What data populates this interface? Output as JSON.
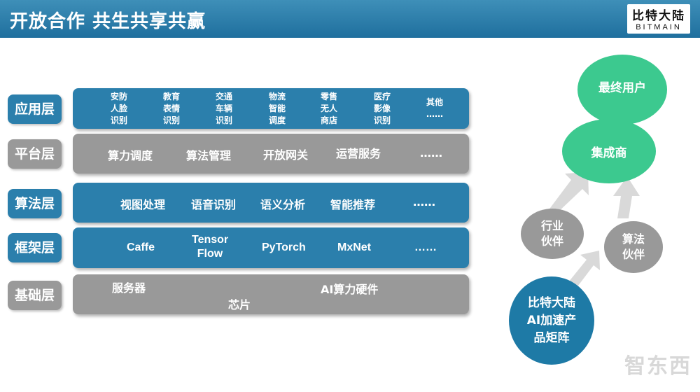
{
  "header": {
    "title": "开放合作 共生共享共赢",
    "logo_cn": "比特大陆",
    "logo_en": "BITMAIN"
  },
  "layers": [
    {
      "label": "应用层"
    },
    {
      "label": "平台层"
    },
    {
      "label": "算法层"
    },
    {
      "label": "框架层"
    },
    {
      "label": "基础层"
    }
  ],
  "application": [
    {
      "l1": "安防",
      "l2": "人脸",
      "l3": "识别"
    },
    {
      "l1": "教育",
      "l2": "表情",
      "l3": "识别"
    },
    {
      "l1": "交通",
      "l2": "车辆",
      "l3": "识别"
    },
    {
      "l1": "物流",
      "l2": "智能",
      "l3": "调度"
    },
    {
      "l1": "零售",
      "l2": "无人",
      "l3": "商店"
    },
    {
      "l1": "医疗",
      "l2": "影像",
      "l3": "识别"
    },
    {
      "l1": "其他",
      "l2": "……"
    }
  ],
  "platform": [
    "算力调度",
    "算法管理",
    "开放网关",
    "运营服务",
    "……"
  ],
  "algorithm": [
    "视图处理",
    "语音识别",
    "语义分析",
    "智能推荐",
    "……"
  ],
  "framework": [
    "Caffe",
    "Tensor",
    "Flow",
    "PyTorch",
    "MxNet",
    "……"
  ],
  "infrastructure": [
    "服务器",
    "芯片",
    "AI算力硬件"
  ],
  "ecosystem": {
    "end_user": "最终用户",
    "integrator": "集成商",
    "industry_partner_1": "行业",
    "industry_partner_2": "伙伴",
    "algo_partner_1": "算法",
    "algo_partner_2": "伙伴",
    "bitmain_1": "比特大陆",
    "bitmain_2": "AI加速产",
    "bitmain_3": "品矩阵"
  },
  "watermark": "智东西",
  "colors": {
    "header": "#1f6f9e",
    "blue_layer": "#2b7fac",
    "gray_layer": "#999999",
    "green": "#3cc98f",
    "bubble_gray": "#999999",
    "bitmain_bubble": "#1e7aa6"
  }
}
